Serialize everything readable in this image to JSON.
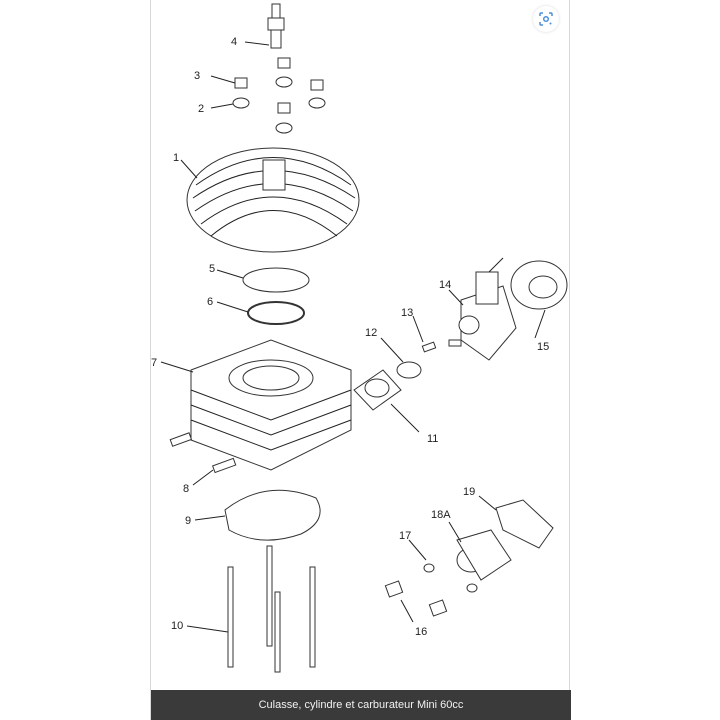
{
  "caption": "Culasse, cylindre et carburateur Mini 60cc",
  "icons": {
    "lens": "google-lens-icon"
  },
  "colors": {
    "caption_bg": "#3a3a3a",
    "caption_text": "#f2f2f2",
    "lens_accent": "#4a8fd9"
  },
  "callouts": {
    "c1": "1",
    "c2": "2",
    "c3": "3",
    "c4": "4",
    "c5": "5",
    "c6": "6",
    "c7": "7",
    "c8": "8",
    "c9": "9",
    "c10": "10",
    "c11": "11",
    "c12": "12",
    "c13": "13",
    "c14": "14",
    "c15": "15",
    "c16": "16",
    "c17": "17",
    "c18a": "18A",
    "c19": "19"
  }
}
